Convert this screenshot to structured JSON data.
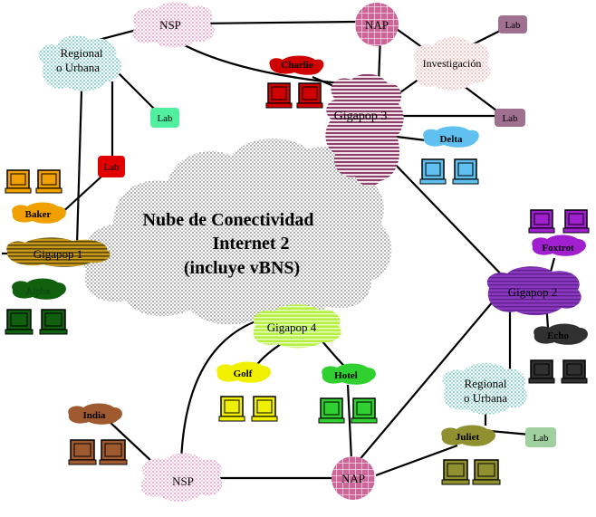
{
  "title_lines": [
    "Nube de Conectividad",
    "Internet 2",
    "(incluye vBNS)"
  ],
  "labels": {
    "nsp_top": "NSP",
    "nsp_bottom": "NSP",
    "nap_top": "NAP",
    "nap_bottom": "NAP",
    "regional_left_1": "Regional",
    "regional_left_2": "o Urbana",
    "regional_right_1": "Regional",
    "regional_right_2": "o Urbana",
    "investigacion": "Investigación",
    "gigapop1": "Gigapop 1",
    "gigapop2": "Gigapop 2",
    "gigapop3": "Gigapop 3",
    "gigapop4": "Gigapop 4",
    "baker": "Baker",
    "alpha": "Alpha",
    "charlie": "Charlie",
    "delta": "Delta",
    "echo": "Echo",
    "foxtrot": "Foxtrot",
    "golf": "Golf",
    "hotel": "Hotel",
    "india": "India",
    "juliet": "Juliet",
    "lab_top_right": "Lab",
    "lab_right": "Lab",
    "lab_left_green": "Lab",
    "lab_left_red": "Lab",
    "lab_bottom_right": "Lab"
  },
  "colors": {
    "nsp": "#f4b8d8",
    "nap": "#cc6699",
    "regional": "#a8e0e0",
    "investigacion": "#f8d8d8",
    "internet2": "#9a9a9a",
    "gigapop1": "#c8a020",
    "gigapop2": "#8030b0",
    "gigapop3": "#a06080",
    "gigapop4": "#a8e838",
    "baker": "#f0a000",
    "alpha": "#106010",
    "charlie": "#d00000",
    "delta": "#60c0f0",
    "echo": "#303030",
    "foxtrot": "#a020d0",
    "golf": "#f0f000",
    "hotel": "#30d030",
    "india": "#a05a30",
    "juliet": "#909030",
    "lab_purple": "#a07090",
    "lab_green": "#50f0a0",
    "lab_red": "#e00000",
    "lab_pale": "#a0d0a0"
  }
}
